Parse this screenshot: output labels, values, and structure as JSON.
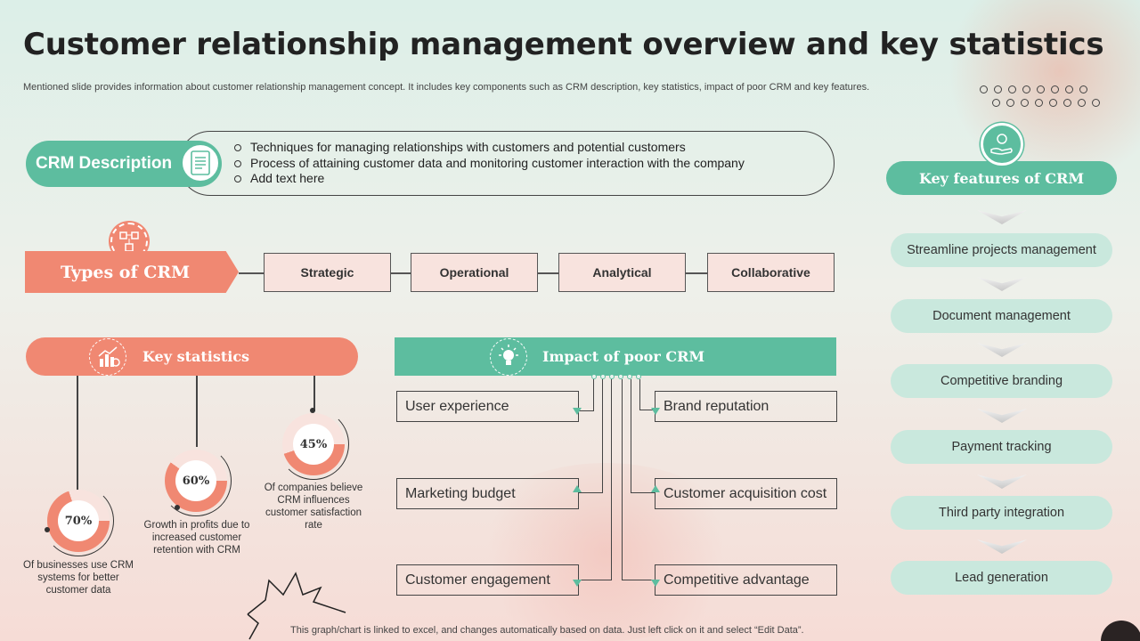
{
  "title": "Customer relationship management overview and key statistics",
  "subtitle": "Mentioned slide provides information about customer relationship management concept. It includes key components such as CRM description, key statistics, impact of poor CRM and key features.",
  "crm_description": {
    "label": "CRM Description",
    "bullets": [
      "Techniques for managing relationships with customers and potential  customers",
      "Process of attaining customer data and monitoring customer interaction with the company",
      "Add text here"
    ]
  },
  "types_of_crm": {
    "label": "Types of CRM",
    "items": [
      "Strategic",
      "Operational",
      "Analytical",
      "Collaborative"
    ]
  },
  "key_statistics": {
    "label": "Key statistics",
    "stats": [
      {
        "value": "70%",
        "percent": 70,
        "text": "Of businesses use CRM systems for better customer data"
      },
      {
        "value": "60%",
        "percent": 60,
        "text": "Growth in profits due to increased customer retention with CRM"
      },
      {
        "value": "45%",
        "percent": 45,
        "text": "Of companies believe CRM influences customer satisfaction rate"
      }
    ]
  },
  "impact_of_poor_crm": {
    "label": "Impact of poor CRM",
    "left": [
      "User experience",
      "Marketing budget",
      "Customer engagement"
    ],
    "right": [
      "Brand reputation",
      "Customer acquisition cost",
      "Competitive advantage"
    ]
  },
  "key_features": {
    "label": "Key features of CRM",
    "items": [
      "Streamline projects management",
      "Document management",
      "Competitive branding",
      "Payment tracking",
      "Third party integration",
      "Lead generation"
    ]
  },
  "footer": "This graph/chart is linked to excel,  and changes automatically based on data. Just left click on it and select “Edit Data”.",
  "colors": {
    "green": "#5dbd9f",
    "coral": "#f08872",
    "light_green": "#c9e8dd",
    "light_coral": "#f8e3de"
  }
}
